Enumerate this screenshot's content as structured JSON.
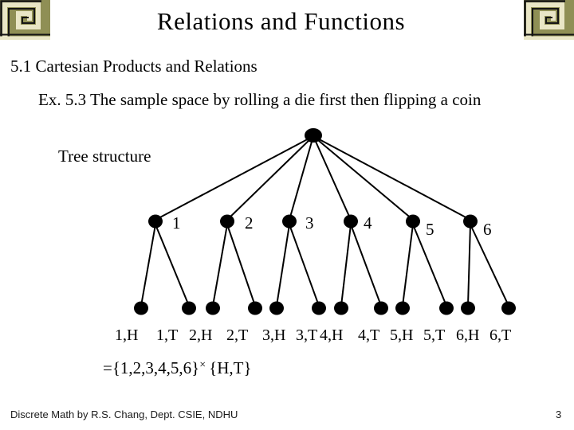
{
  "slide": {
    "title": "Relations and Functions",
    "section_heading": "5.1 Cartesian Products and Relations",
    "example_line": "Ex. 5.3 The sample space by rolling a die first then flipping a coin",
    "tree_label": "Tree structure",
    "footer": "Discrete Math by R.S. Chang, Dept. CSIE, NDHU",
    "page_number": "3"
  },
  "tree": {
    "description": "Tree of sample space: root, six die outcomes, each with coin outcomes H and T",
    "node_labels": [
      "1",
      "2",
      "3",
      "4",
      "5",
      "6"
    ],
    "leaf_labels": [
      "1,H",
      "1,T",
      "2,H",
      "2,T",
      "3,H",
      "3,T",
      "4,H",
      "4,T",
      "5,H",
      "5,T",
      "6,H",
      "6,T"
    ]
  },
  "set_notation": {
    "lhs": "={1,2,3,4,5,6}",
    "operator": "×",
    "rhs": "{H,T}"
  },
  "colors": {
    "text": "#000000",
    "node_fill": "#000000",
    "corner_olive": "#8f8f55",
    "corner_cream": "#e9e6c6",
    "corner_line": "#141414"
  }
}
